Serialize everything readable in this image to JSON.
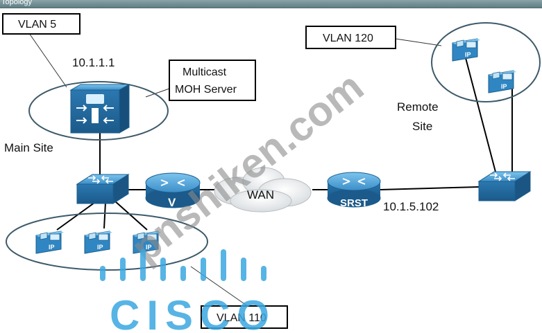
{
  "window": {
    "title": "Topology"
  },
  "labels": {
    "vlan5": "VLAN 5",
    "vlan120": "VLAN 120",
    "vlan110": "VLAN 110",
    "server_ip": "10.1.1.1",
    "moh_line1": "Multicast",
    "moh_line2": "MOH Server",
    "main_site": "Main Site",
    "remote_line1": "Remote",
    "remote_line2": "Site",
    "wan": "WAN",
    "srst_ip": "10.1.5.102",
    "router_v": "V",
    "router_srst": "SRST",
    "phone_ip": "IP"
  },
  "watermark": {
    "text": "pnshiken.com",
    "logo_text": "CISCO"
  },
  "colors": {
    "device": "#2f7fb8",
    "device_dark": "#1d5f8f",
    "ellipse": "#3d5a6a",
    "logo": "#39a7e0"
  },
  "icons": [
    "moh-server-icon",
    "switch-icon",
    "voice-router-icon",
    "cloud-icon",
    "srst-router-icon",
    "ip-phone-icon"
  ]
}
